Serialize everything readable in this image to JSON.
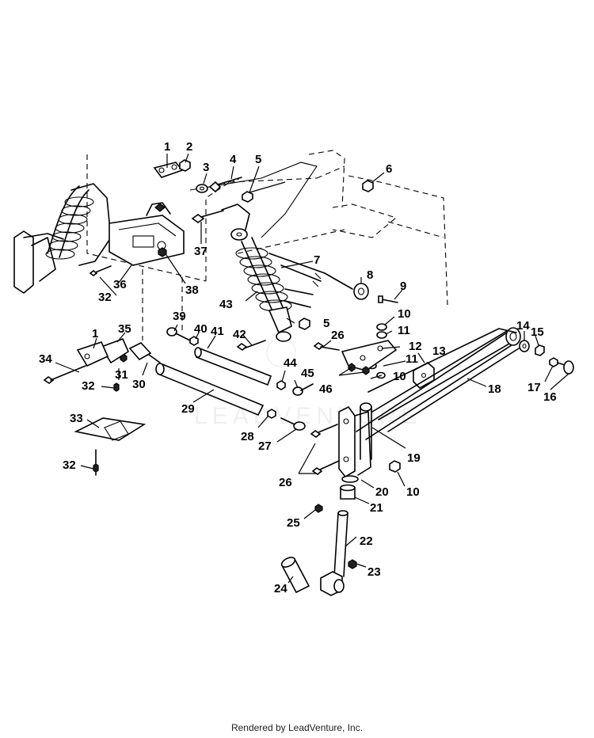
{
  "callouts": [
    {
      "id": "1",
      "label": "1"
    },
    {
      "id": "2",
      "label": "2"
    },
    {
      "id": "3",
      "label": "3"
    },
    {
      "id": "4",
      "label": "4"
    },
    {
      "id": "5",
      "label": "5"
    },
    {
      "id": "6",
      "label": "6"
    },
    {
      "id": "7",
      "label": "7"
    },
    {
      "id": "8",
      "label": "8"
    },
    {
      "id": "9",
      "label": "9"
    },
    {
      "id": "10",
      "label": "10"
    },
    {
      "id": "11",
      "label": "11"
    },
    {
      "id": "12",
      "label": "12"
    },
    {
      "id": "13",
      "label": "13"
    },
    {
      "id": "14",
      "label": "14"
    },
    {
      "id": "15",
      "label": "15"
    },
    {
      "id": "16",
      "label": "16"
    },
    {
      "id": "17",
      "label": "17"
    },
    {
      "id": "18",
      "label": "18"
    },
    {
      "id": "19",
      "label": "19"
    },
    {
      "id": "20",
      "label": "20"
    },
    {
      "id": "21",
      "label": "21"
    },
    {
      "id": "22",
      "label": "22"
    },
    {
      "id": "23",
      "label": "23"
    },
    {
      "id": "24",
      "label": "24"
    },
    {
      "id": "25",
      "label": "25"
    },
    {
      "id": "26",
      "label": "26"
    },
    {
      "id": "27",
      "label": "27"
    },
    {
      "id": "28",
      "label": "28"
    },
    {
      "id": "29",
      "label": "29"
    },
    {
      "id": "30",
      "label": "30"
    },
    {
      "id": "31",
      "label": "31"
    },
    {
      "id": "32",
      "label": "32"
    },
    {
      "id": "33",
      "label": "33"
    },
    {
      "id": "34",
      "label": "34"
    },
    {
      "id": "35",
      "label": "35"
    },
    {
      "id": "36",
      "label": "36"
    },
    {
      "id": "37",
      "label": "37"
    },
    {
      "id": "38",
      "label": "38"
    },
    {
      "id": "39",
      "label": "39"
    },
    {
      "id": "40",
      "label": "40"
    },
    {
      "id": "41",
      "label": "41"
    },
    {
      "id": "42",
      "label": "42"
    },
    {
      "id": "43",
      "label": "43"
    },
    {
      "id": "44",
      "label": "44"
    },
    {
      "id": "45",
      "label": "45"
    },
    {
      "id": "46",
      "label": "46"
    }
  ],
  "watermark": "LEADVENTURE",
  "footer": "Rendered by LeadVenture, Inc."
}
